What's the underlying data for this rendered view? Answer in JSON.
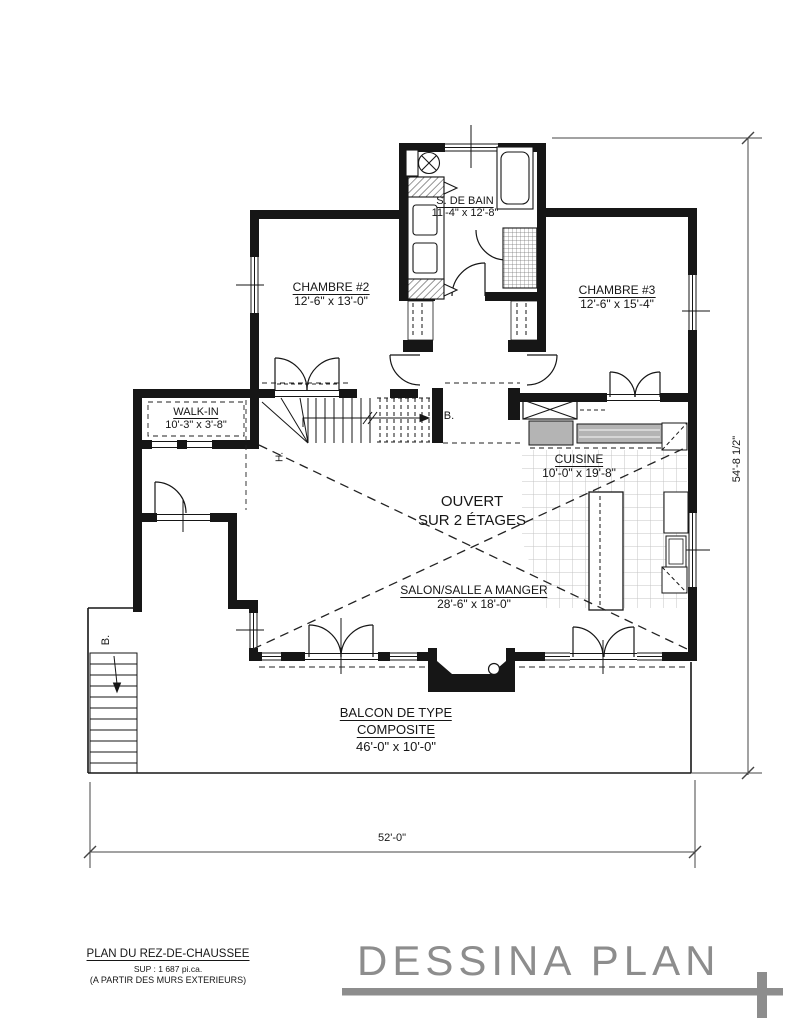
{
  "rooms": {
    "bathroom": {
      "name": "S. DE BAIN",
      "dims": "11'-4\" x 12'-8\""
    },
    "bedroom2": {
      "name": "CHAMBRE #2",
      "dims": "12'-6\" x 13'-0\""
    },
    "bedroom3": {
      "name": "CHAMBRE #3",
      "dims": "12'-6\" x 15'-4\""
    },
    "walkin": {
      "name": "WALK-IN",
      "dims": "10'-3\" x 3'-8\""
    },
    "kitchen": {
      "name": "CUISINE",
      "dims": "10'-0\" x 19'-8\""
    },
    "living": {
      "name": "SALON/SALLE A MANGER",
      "dims": "28'-6\" x 18'-0\""
    },
    "open": {
      "line1": "OUVERT",
      "line2": "SUR 2 ÉTAGES"
    },
    "balcony": {
      "line1": "BALCON DE TYPE",
      "line2": "COMPOSITE",
      "dims": "46'-0\" x 10'-0\""
    }
  },
  "dimensions": {
    "width": "52'-0\"",
    "height": "54'-8 1/2\""
  },
  "markers": {
    "stairs_up": "B.",
    "stairs_down": "B.",
    "hall": "H."
  },
  "title_block": {
    "title": "PLAN DU REZ-DE-CHAUSSEE",
    "area": "SUP : 1 687 pi.ca.",
    "note": "(A PARTIR DES MURS EXTERIEURS)"
  },
  "logo": {
    "text": "DESSINA PLAN"
  }
}
